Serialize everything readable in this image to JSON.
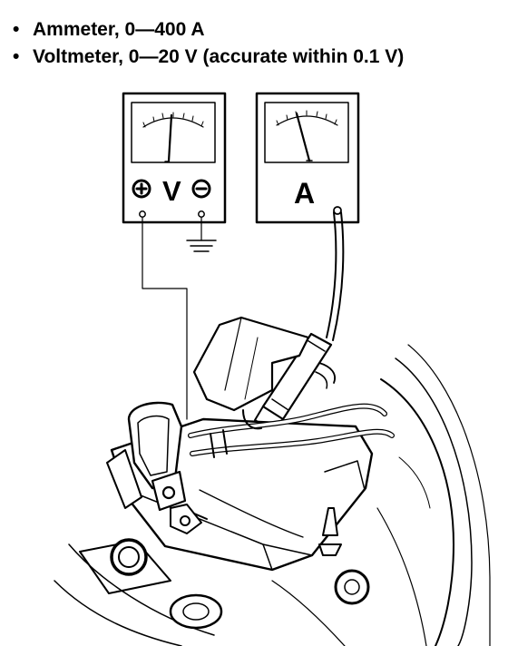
{
  "bullets": [
    {
      "text": "Ammeter, 0—400 A"
    },
    {
      "text": "Voltmeter, 0—20 V (accurate within 0.1 V)"
    }
  ],
  "voltmeter": {
    "label": "V",
    "positive_symbol": "+",
    "negative_symbol": "−"
  },
  "ammeter": {
    "label": "A"
  }
}
